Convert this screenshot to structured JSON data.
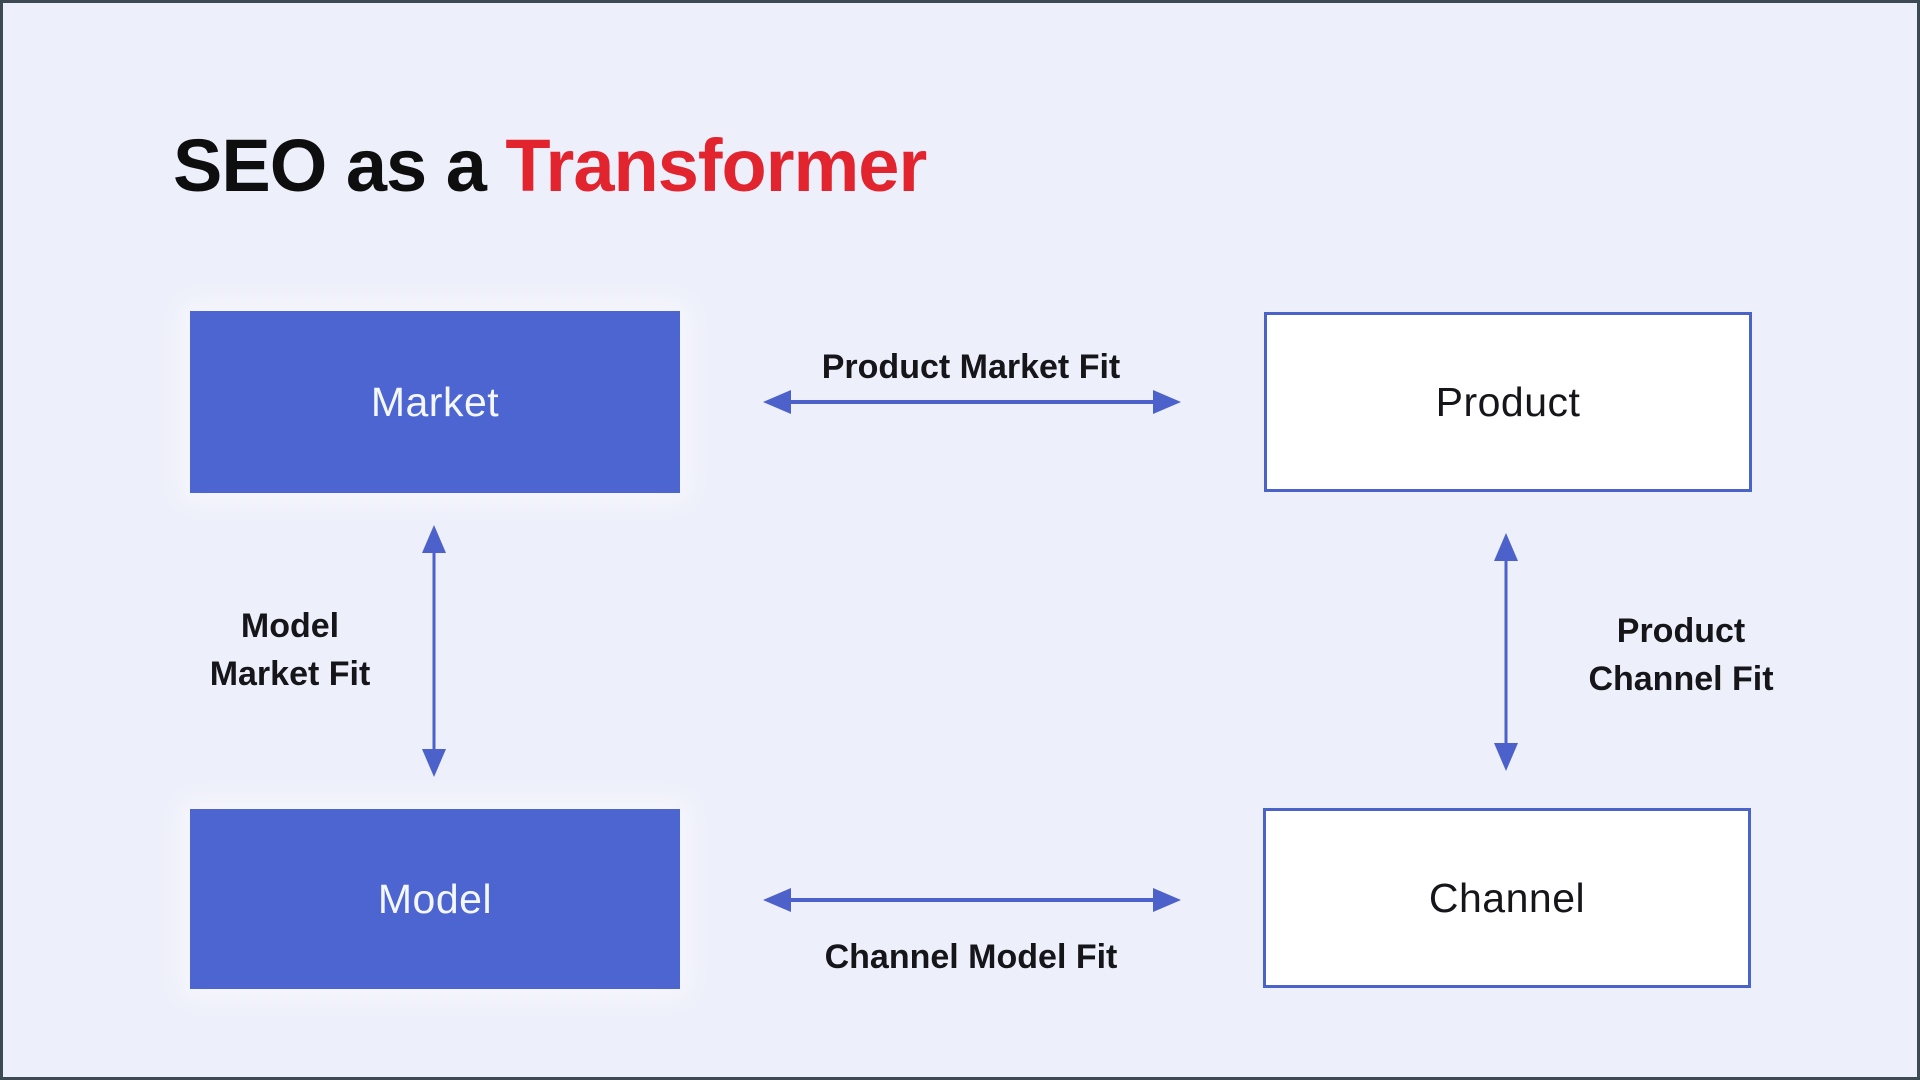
{
  "title": {
    "prefix": "SEO as a ",
    "highlight": "Transformer"
  },
  "diagram": {
    "nodes": [
      {
        "id": "market",
        "label": "Market",
        "variant": "filled"
      },
      {
        "id": "product",
        "label": "Product",
        "variant": "outline"
      },
      {
        "id": "model",
        "label": "Model",
        "variant": "filled"
      },
      {
        "id": "channel",
        "label": "Channel",
        "variant": "outline"
      }
    ],
    "edges": {
      "product_market_fit": {
        "label": "Product Market Fit",
        "between": "Market ↔ Product"
      },
      "model_market_fit": {
        "line1": "Model",
        "line2": "Market Fit",
        "between": "Market ↔ Model"
      },
      "product_channel_fit": {
        "line1": "Product",
        "line2": "Channel Fit",
        "between": "Product ↔ Channel"
      },
      "channel_model_fit": {
        "label": "Channel Model Fit",
        "between": "Model ↔ Channel"
      }
    }
  },
  "colors": {
    "background": "#edeffa",
    "frame": "#3d4a53",
    "node_fill_blue": "#4c65d1",
    "node_border_blue": "#4a63c8",
    "arrow_blue": "#4c61ca",
    "label_text": "#15151a",
    "title_black": "#0e0e0e",
    "title_red": "#e2242f"
  }
}
